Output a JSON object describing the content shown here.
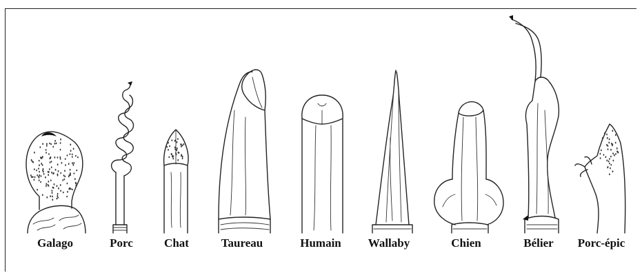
{
  "figure": {
    "labels": [
      {
        "id": "galago",
        "text": "Galago"
      },
      {
        "id": "porc",
        "text": "Porc"
      },
      {
        "id": "chat",
        "text": "Chat"
      },
      {
        "id": "taureau",
        "text": "Taureau"
      },
      {
        "id": "humain",
        "text": "Humain"
      },
      {
        "id": "wallaby",
        "text": "Wallaby"
      },
      {
        "id": "chien",
        "text": "Chien"
      },
      {
        "id": "belier",
        "text": "Bélier"
      },
      {
        "id": "porc-epic",
        "text": "Porc-épic"
      }
    ]
  },
  "colors": {
    "ink": "#222222",
    "background": "#ffffff"
  }
}
